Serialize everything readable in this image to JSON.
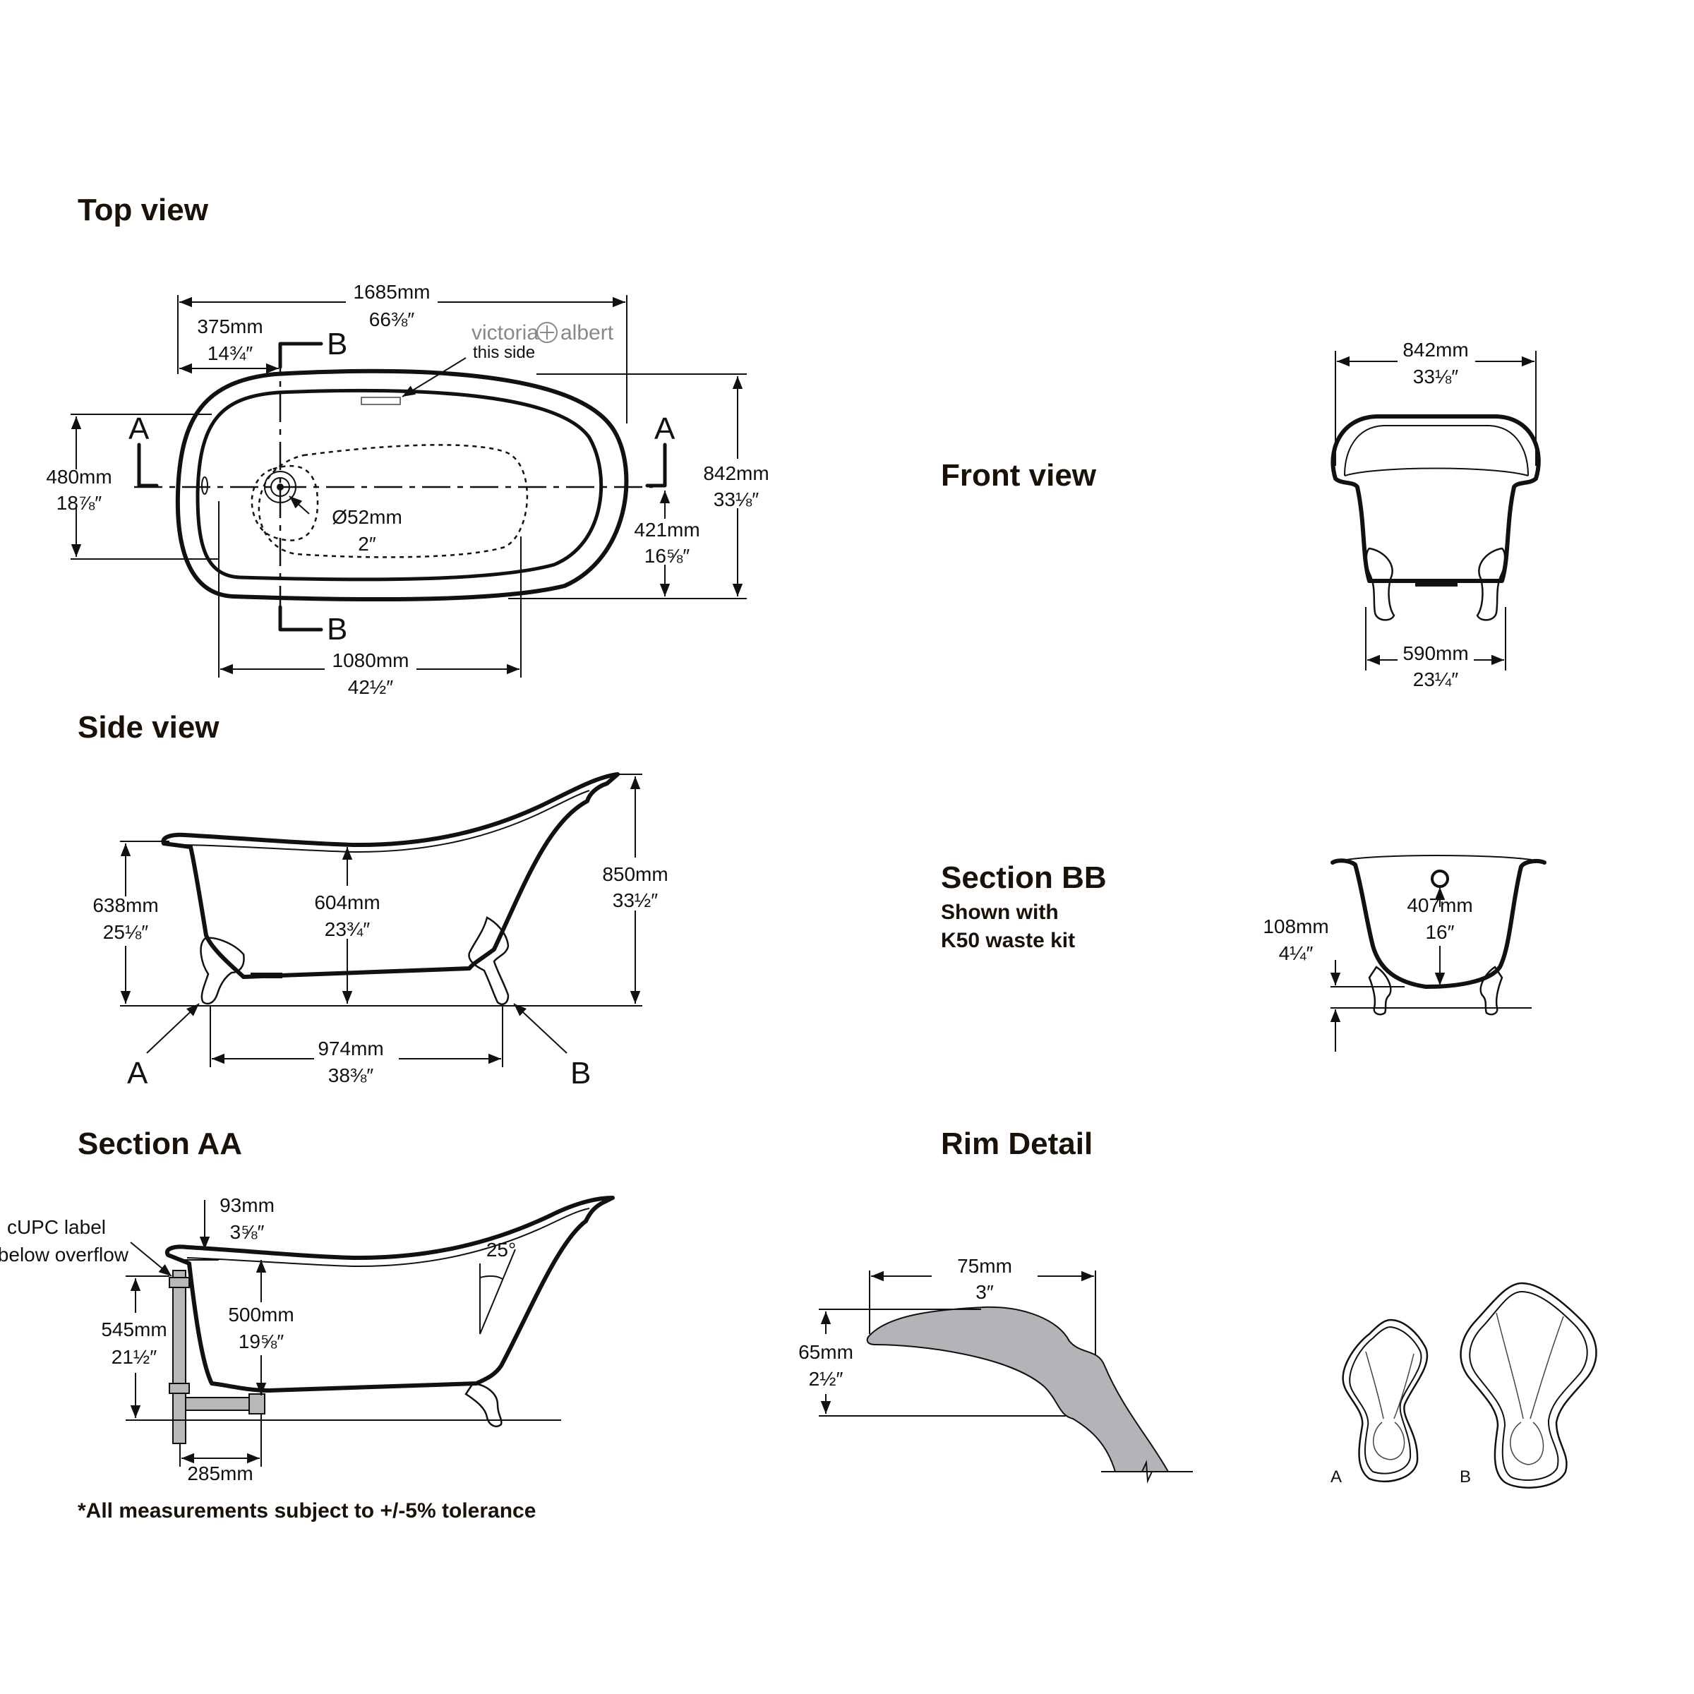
{
  "sections": {
    "top_view": "Top view",
    "front_view": "Front view",
    "side_view": "Side view",
    "section_bb": "Section BB",
    "section_bb_note1": "Shown with",
    "section_bb_note2": "K50 waste kit",
    "section_aa": "Section AA",
    "rim_detail": "Rim Detail"
  },
  "top_view": {
    "length_mm": "1685mm",
    "length_in": "66⅜″",
    "offset_mm": "375mm",
    "offset_in": "14¾″",
    "brand": "victoria",
    "brand2": "albert",
    "brand_note": "this side",
    "width_left_mm": "480mm",
    "width_left_in": "18⅞″",
    "width_mm": "842mm",
    "width_in": "33⅛″",
    "half_mm": "421mm",
    "half_in": "16⅝″",
    "drain_mm": "Ø52mm",
    "drain_in": "2″",
    "inner_mm": "1080mm",
    "inner_in": "42½″",
    "label_a": "A",
    "label_b": "B"
  },
  "front_view": {
    "width_mm": "842mm",
    "width_in": "33⅛″",
    "feet_mm": "590mm",
    "feet_in": "23¼″"
  },
  "side_view": {
    "rim_mm": "638mm",
    "rim_in": "25⅛″",
    "depth_mm": "604mm",
    "depth_in": "23¾″",
    "high_mm": "850mm",
    "high_in": "33½″",
    "feet_mm": "974mm",
    "feet_in": "38⅜″",
    "label_a": "A",
    "label_b": "B"
  },
  "section_bb": {
    "base_mm": "108mm",
    "base_in": "4¼″",
    "depth_mm": "407mm",
    "depth_in": "16″"
  },
  "section_aa": {
    "label1": "cUPC label",
    "label2": "below overflow",
    "rim_mm": "93mm",
    "rim_in": "3⅝″",
    "overflow_mm": "545mm",
    "overflow_in": "21½″",
    "inner_mm": "500mm",
    "inner_in": "19⅝″",
    "angle": "25°",
    "waste_mm": "285mm"
  },
  "rim_detail": {
    "width_mm": "75mm",
    "width_in": "3″",
    "height_mm": "65mm",
    "height_in": "2½″",
    "foot_a": "A",
    "foot_b": "B"
  },
  "footnote": "*All measurements subject to +/-5% tolerance",
  "colors": {
    "ink": "#111111",
    "title": "#1a1208",
    "rim_fill": "#b3b4b8"
  }
}
